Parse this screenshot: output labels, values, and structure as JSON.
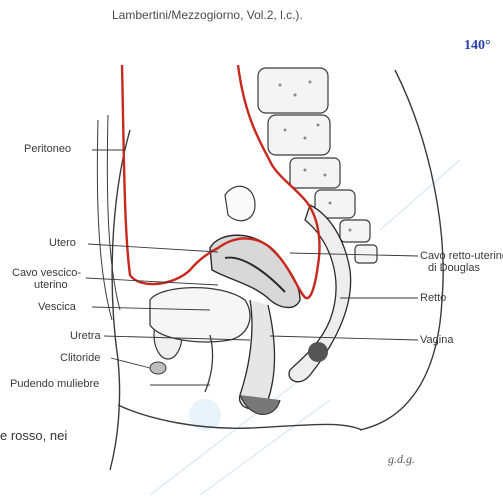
{
  "header": {
    "citation": "Lambertini/Mezzogiorno, Vol.2, l.c.).",
    "page_number": "140°"
  },
  "labels_left": {
    "peritoneo": "Peritoneo",
    "utero": "Utero",
    "cavo_vescico_uterino_line1": "Cavo vescico-",
    "cavo_vescico_uterino_line2": "uterino",
    "vescica": "Vescica",
    "uretra": "Uretra",
    "clitoride": "Clitoride",
    "pudendo_muliebre": "Pudendo muliebre"
  },
  "labels_right": {
    "cavo_retto_uterino_line1": "Cavo retto-uterino",
    "cavo_retto_uterino_line2": "di Douglas",
    "retto": "Retto",
    "vagina": "Vagina"
  },
  "footer": {
    "text": "e rosso, nei",
    "signature": "g.d.g."
  },
  "colors": {
    "peritoneum_line": "#c8281e",
    "ink": "#3a3a3a",
    "page_number": "#2a3fb0"
  }
}
